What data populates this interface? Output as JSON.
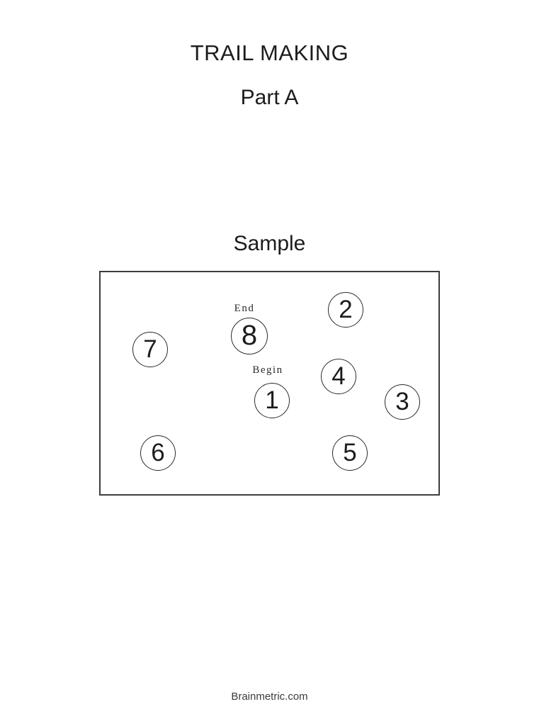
{
  "page": {
    "title": "TRAIL MAKING",
    "subtitle": "Part A",
    "section_heading": "Sample",
    "footer": "Brainmetric.com"
  },
  "sample_box": {
    "circles": [
      {
        "number": "1",
        "label": "Begin"
      },
      {
        "number": "2"
      },
      {
        "number": "3"
      },
      {
        "number": "4"
      },
      {
        "number": "5"
      },
      {
        "number": "6"
      },
      {
        "number": "7"
      },
      {
        "number": "8",
        "label": "End"
      }
    ]
  },
  "colors": {
    "ink": "#1c1c1c",
    "box_border": "#3d3d3d",
    "footer_text": "#3c3c3c"
  }
}
